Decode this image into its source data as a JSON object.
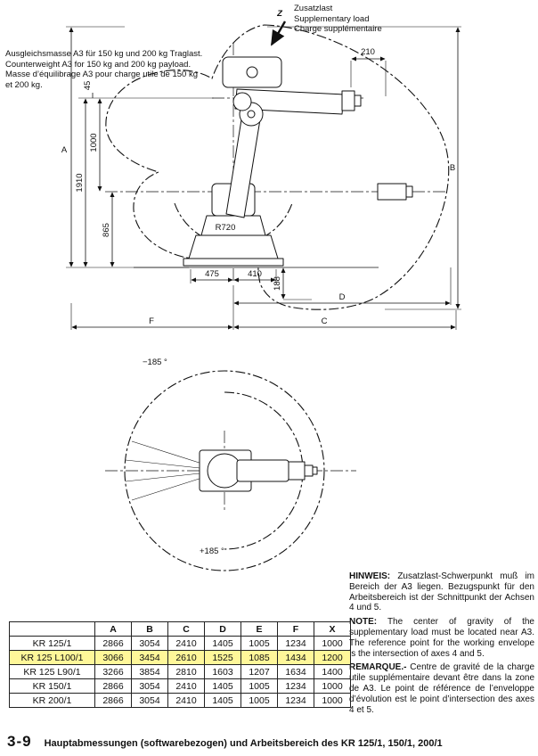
{
  "colors": {
    "highlight": "#fff799",
    "ink": "#111111"
  },
  "top_label": {
    "lines": [
      "Zusatzlast",
      "Supplementary load",
      "Charge supplémentaire"
    ]
  },
  "counterweight_note": {
    "lines": [
      "Ausgleichsmasse A3 für 150 kg und 200 kg Traglast.",
      "Counterweight A3 for 150 kg and 200 kg payload.",
      "Masse d’équilibrage A3 pour charge utile de 150 kg",
      "et 200 kg."
    ]
  },
  "side_view": {
    "z_label": "Z",
    "d210": "210",
    "d45": "45",
    "d1000": "1000",
    "d1910": "1910",
    "d865": "865",
    "dA": "A",
    "dB": "B",
    "r720": "R720",
    "d475": "475",
    "d410": "410",
    "d188": "188",
    "dD": "D",
    "dF": "F",
    "dC": "C"
  },
  "top_view": {
    "neg_angle": "−185 °",
    "pos_angle": "+185 °"
  },
  "notes": {
    "hinweis_label": "HINWEIS:",
    "hinweis_text": "Zusatzlast-Schwerpunkt muß im Bereich der A3 liegen. Bezugspunkt für den Arbeitsbereich ist der Schnittpunkt der Achsen 4 und 5.",
    "note_label": "NOTE:",
    "note_text": "The center of gravity of the supplementary load must be located near A3. The reference point for the working envelope is the intersection of axes 4 and 5.",
    "remarque_label": "REMARQUE.-",
    "remarque_text": "Centre de gravité de la charge utile supplémentaire devant être dans la zone de A3. Le point de référence de l’enveloppe d’évolution est le point d’intersection des axes 4 et 5."
  },
  "table": {
    "columns": [
      "A",
      "B",
      "C",
      "D",
      "E",
      "F",
      "X"
    ],
    "rows": [
      {
        "model": "KR 125/1",
        "values": [
          "2866",
          "3054",
          "2410",
          "1405",
          "1005",
          "1234",
          "1000"
        ],
        "highlight": false
      },
      {
        "model": "KR 125 L100/1",
        "values": [
          "3066",
          "3454",
          "2610",
          "1525",
          "1085",
          "1434",
          "1200"
        ],
        "highlight": true
      },
      {
        "model": "KR 125 L90/1",
        "values": [
          "3266",
          "3854",
          "2810",
          "1603",
          "1207",
          "1634",
          "1400"
        ],
        "highlight": false
      },
      {
        "model": "KR 150/1",
        "values": [
          "2866",
          "3054",
          "2410",
          "1405",
          "1005",
          "1234",
          "1000"
        ],
        "highlight": false
      },
      {
        "model": "KR 200/1",
        "values": [
          "2866",
          "3054",
          "2410",
          "1405",
          "1005",
          "1234",
          "1000"
        ],
        "highlight": false
      }
    ]
  },
  "footer": {
    "number": "3-9",
    "caption": "Hauptabmessungen (softwarebezogen) und Arbeitsbereich des KR 125/1, 150/1, 200/1"
  }
}
